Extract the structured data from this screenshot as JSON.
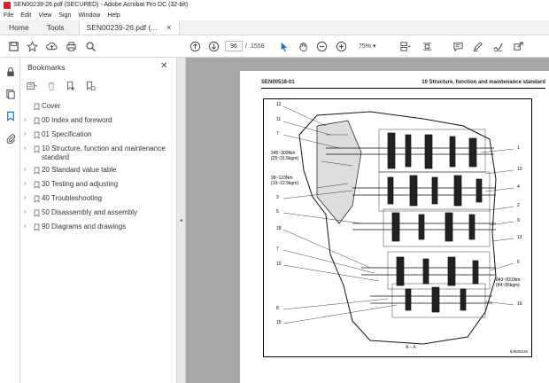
{
  "window": {
    "title": "SEN00239-26.pdf (SECURED) - Adobe Acrobat Pro DC (32-bit)"
  },
  "menu": [
    "File",
    "Edit",
    "View",
    "Sign",
    "Window",
    "Help"
  ],
  "tabs": {
    "home": "Home",
    "tools": "Tools",
    "doc": "SEN00239-26.pdf (..."
  },
  "toolbar": {
    "page_current": "96",
    "page_sep": "/",
    "page_total": "1558",
    "zoom": "75%"
  },
  "bookmarks": {
    "title": "Bookmarks",
    "items": [
      {
        "label": "Cover",
        "expandable": false
      },
      {
        "label": "00 Index and foreword",
        "expandable": true
      },
      {
        "label": "01 Specification",
        "expandable": true
      },
      {
        "label": "10 Structure, function and maintenance standard",
        "expandable": true
      },
      {
        "label": "20 Standard value table",
        "expandable": true
      },
      {
        "label": "30 Testing and adjusting",
        "expandable": true
      },
      {
        "label": "40 Troubleshooting",
        "expandable": true
      },
      {
        "label": "50 Disassembly and assembly",
        "expandable": true
      },
      {
        "label": "90 Diagrams and drawings",
        "expandable": true
      }
    ]
  },
  "page": {
    "header_left": "SEN00518-01",
    "header_right": "10 Structure, function and maintenance standard",
    "section_label": "A – A",
    "figure_id": "9JB05036",
    "callouts": {
      "c12": "12",
      "c11": "11",
      "c7a": "7",
      "c3": "3",
      "c5": "5",
      "c18": "18",
      "c7b": "7",
      "c10": "10",
      "c8": "8",
      "c15": "15",
      "r1": "1",
      "r13a": "13",
      "r4": "4",
      "r2": "2",
      "r9": "9",
      "r13b": "13",
      "r6": "6",
      "r16": "16",
      "torque1": "245~309Nm",
      "torque1b": "{25~31.5kgm}",
      "torque2": "98~123Nm",
      "torque2b": "{10~12.5kgm}",
      "torque3": "843~931Nm",
      "torque3b": "{84~95kgm}"
    }
  }
}
